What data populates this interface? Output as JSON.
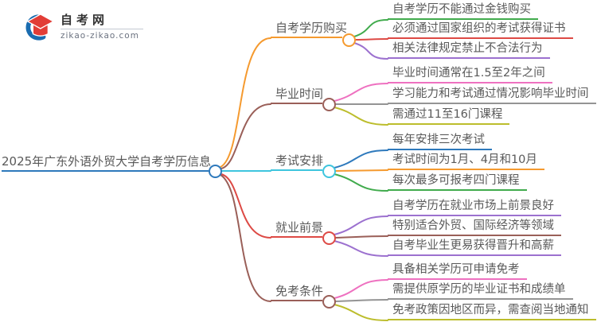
{
  "logo": {
    "site_name": "自考网",
    "site_url": "zikao-zikao.com",
    "cap_color": "#e23d36",
    "swoosh_color": "#1a6cb0"
  },
  "root": {
    "label": "2025年广东外语外贸大学自考学历信息",
    "color": "#2e79bc"
  },
  "branches": [
    {
      "label": "自考学历购买",
      "color": "#f59a2f",
      "children": [
        {
          "text": "自考学历不能通过金钱购买",
          "color": "#41ab4d"
        },
        {
          "text": "必须通过国家组织的考试获得证书",
          "color": "#dd4a45"
        },
        {
          "text": "相关法律规定禁止不合法行为",
          "color": "#9c71cf"
        }
      ]
    },
    {
      "label": "毕业时间",
      "color": "#9a5f58",
      "children": [
        {
          "text": "毕业时间通常在1.5至2年之间",
          "color": "#ee71c0"
        },
        {
          "text": "学习能力和考试通过情况影响毕业时间",
          "color": "#949494"
        },
        {
          "text": "需通过11至16门课程",
          "color": "#bcbd2c"
        }
      ]
    },
    {
      "label": "考试安排",
      "color": "#3ec5de",
      "children": [
        {
          "text": "每年安排三次考试",
          "color": "#2e79bc"
        },
        {
          "text": "考试时间为1月、4月和10月",
          "color": "#f59a2f"
        },
        {
          "text": "每次最多可报考四门课程",
          "color": "#41ab4d"
        }
      ]
    },
    {
      "label": "就业前景",
      "color": "#dd4a45",
      "children": [
        {
          "text": "自考学历在就业市场上前景良好",
          "color": "#9c71cf"
        },
        {
          "text": "特别适合外贸、国际经济等领域",
          "color": "#9a5f58"
        },
        {
          "text": "自考毕业生更易获得晋升和高薪",
          "color": "#9c71cf"
        }
      ]
    },
    {
      "label": "免考条件",
      "color": "#9a5f58",
      "children": [
        {
          "text": "具备相关学历可申请免考",
          "color": "#ee71c0"
        },
        {
          "text": "需提供原学历的毕业证书和成绩单",
          "color": "#949494"
        },
        {
          "text": "免考政策因地区而异，需查阅当地通知",
          "color": "#bcbd2c"
        }
      ]
    }
  ]
}
